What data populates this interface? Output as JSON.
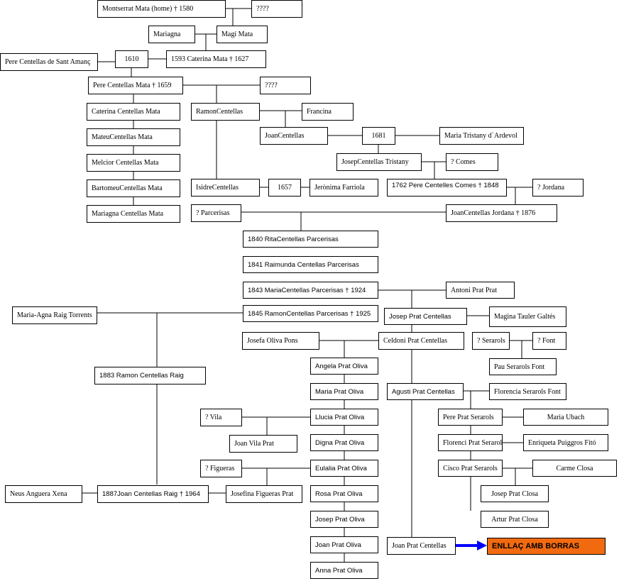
{
  "tree": {
    "montserrat": "Montserrat Mata  (home) † 1580",
    "unknown_1": "????",
    "mariagna_1": "Mariagna",
    "magi": "Magí Mata",
    "pere_sant_amanc": "Pere Centellas de Sant Amanç",
    "marriage_1610": "1610",
    "caterina_mata": "1593 Caterina Mata † 1627",
    "pere_centellas_mata": "Pere Centellas Mata † 1659",
    "unknown_2": "????",
    "caterina_cm": "Caterina Centellas Mata",
    "mateu_cm": "MateuCentellas Mata",
    "melcior_cm": "Melcior Centellas Mata",
    "bartomeu_cm": "BartomeuCentellas Mata",
    "mariagna_cm": "Mariagna Centellas Mata",
    "ramon_centellas": "RamonCentellas",
    "francina": "Francina",
    "joan_centellas": "JoanCentellas",
    "marriage_1681": "1681",
    "maria_tristany": "Maria Tristany d`Ardevol",
    "josep_tristany": "JosepCentellas Tristany",
    "q_comes": "? Comes",
    "isidre_centellas": "IsidreCentellas",
    "marriage_1657": "1657",
    "jeronima": "Jerònima Farriola",
    "pere_comes": "1762 Pere Centelles Comes † 1848",
    "q_jordana": "? Jordana",
    "q_parcerisas": "? Parcerisas",
    "joan_jordana": "JoanCentellas Jordana † 1876",
    "rita": "1840 RitaCentellas Parcerisas",
    "raimunda": "1841 Raimunda Centellas Parcerisas",
    "maria_cp": "1843  MariaCentellas Parcerisas † 1924",
    "antoni_prat": "Antoni Prat Prat",
    "maria_agna": "Maria-Agna Raig Torrents",
    "ramon_cp": "1845 RamonCentellas Parcerisas † 1925",
    "josep_prat_centellas": "Josep Prat  Centellas",
    "magina": "Magina Tauler Galtés",
    "josefa_oliva": "Josefa Oliva Pons",
    "celdoni": "Celdoni Prat Centellas",
    "q_serarols": "? Serarols",
    "q_font": "? Font",
    "ramon_raig": "1883 Ramon Centellas Raig",
    "angela": "Angela Prat Oliva",
    "maria_po": "Maria Prat Oliva",
    "pau_serarols": "Pau Serarols Font",
    "agusti": "Agusti Prat Centellas",
    "florencia": "Florencia Serarols Font",
    "q_vila": "? Vila",
    "llucia": "Llucia Prat Oliva",
    "pere_prat_serarols": "Pere Prat Serarols",
    "maria_ubach": "Maria Ubach",
    "joan_vila": "Joan Vila Prat",
    "digna": "Digna Prat Oliva",
    "florenci": "Florenci Prat Serarols",
    "enriqueta": "Enriqueta Puiggros Fitó",
    "q_figueras": "? Figueras",
    "eulalia": "Eulalia Prat Oliva",
    "cisco": "Cisco Prat Serarols",
    "carme": "Carme Closa",
    "neus": "Neus Anguera Xena",
    "joan_raig": "1887Joan Centellas Raig † 1964",
    "josefina": "Josefina Figueras Prat",
    "rosa": "Rosa Prat Oliva",
    "josep_prat_closa": "Josep Prat Closa",
    "artur": "Artur Prat Closa",
    "josep_po": "Josep Prat Oliva",
    "joan_po": "Joan Prat Oliva",
    "joan_prat_centellas": "Joan Prat Centellas",
    "enllac": "ENLLAÇ AMB BORRAS",
    "anna": "Anna Prat Oliva"
  },
  "colors": {
    "link_fill": "#f26a10",
    "arrow": "#0000ff",
    "line": "#000000"
  }
}
